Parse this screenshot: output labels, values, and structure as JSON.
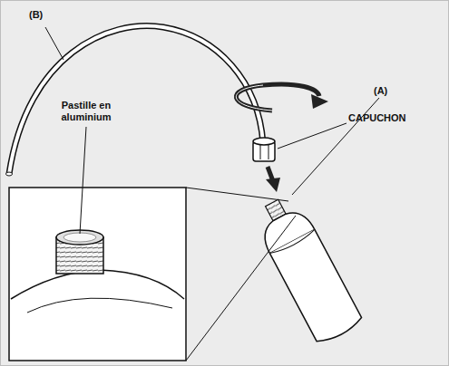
{
  "diagram": {
    "labels": [
      "(B)",
      "CAPUCHON",
      "(A)",
      "Pastille en aluminium"
    ]
  }
}
